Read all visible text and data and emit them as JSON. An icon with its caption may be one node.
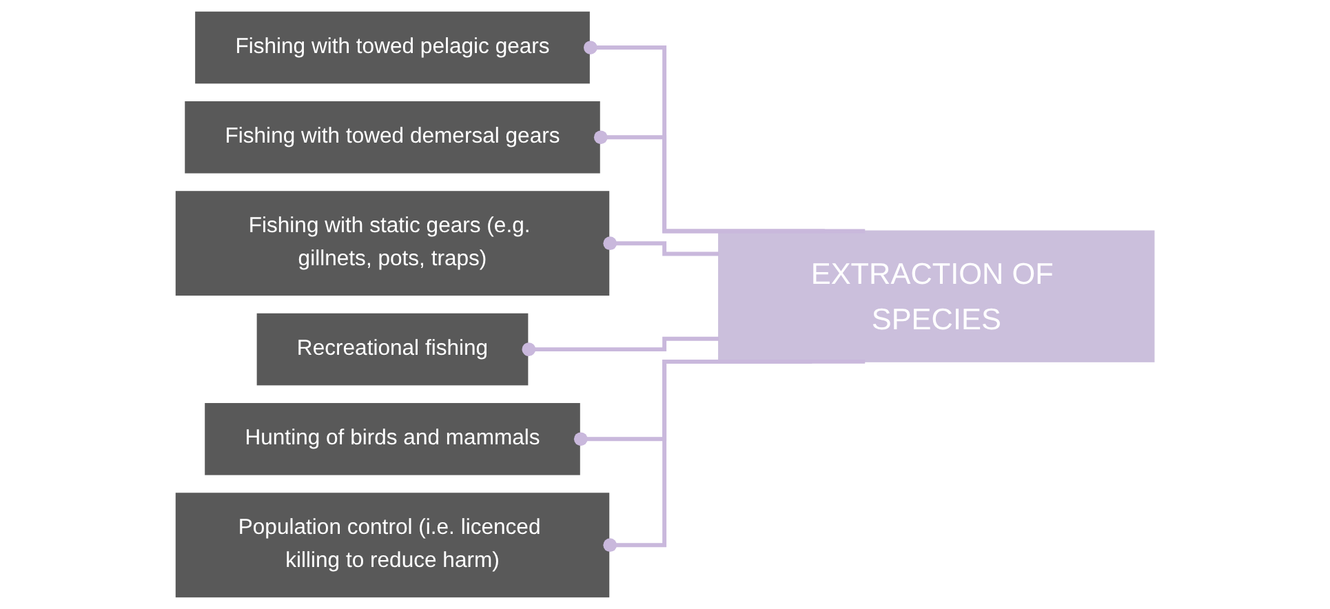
{
  "diagram": {
    "nodes": [
      {
        "text": [
          "Fishing with towed pelagic gears"
        ]
      },
      {
        "text": [
          "Fishing with towed demersal gears"
        ]
      },
      {
        "text": [
          "Fishing with static gears (e.g. gillnets, pots, traps)"
        ]
      },
      {
        "text": [
          "Recreational fishing"
        ]
      },
      {
        "text": [
          "Hunting of birds and mammals"
        ]
      },
      {
        "text": [
          "Population control (i.e. licenced killing to reduce harm)"
        ]
      },
      {
        "text": [
          "EXTRACTION OF SPECIES"
        ]
      }
    ],
    "edges": [
      {
        "from": 6,
        "to": 0,
        "arrow": "other"
      },
      {
        "from": 6,
        "to": 1,
        "arrow": "other"
      },
      {
        "from": 6,
        "to": 2,
        "arrow": "other"
      },
      {
        "from": 6,
        "to": 3,
        "arrow": "other"
      },
      {
        "from": 6,
        "to": 4,
        "arrow": "other"
      },
      {
        "from": 6,
        "to": 5,
        "arrow": "other"
      }
    ]
  }
}
